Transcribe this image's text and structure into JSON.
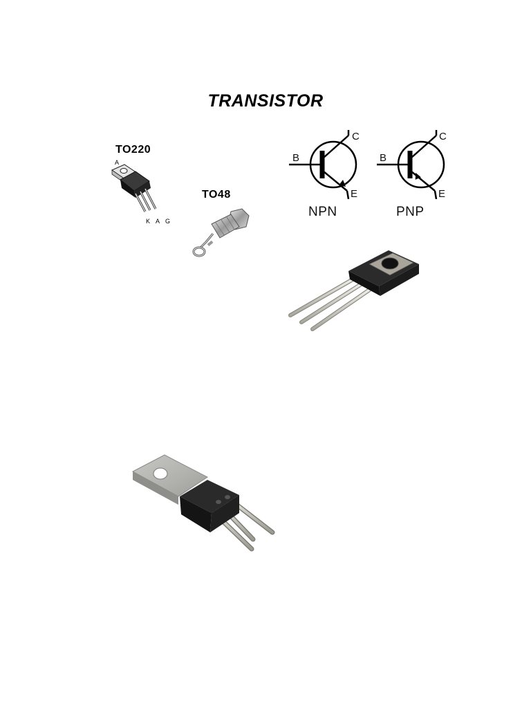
{
  "document": {
    "title": "TRANSISTOR"
  },
  "packages": {
    "to220": {
      "label": "TO220",
      "pin_a": "A",
      "pins": "K A G"
    },
    "to48": {
      "label": "TO48"
    }
  },
  "symbols": {
    "npn": {
      "name": "NPN",
      "base": "B",
      "collector": "C",
      "emitter": "E"
    },
    "pnp": {
      "name": "PNP",
      "base": "B",
      "collector": "C",
      "emitter": "E"
    }
  },
  "icons": [
    "to220-package-icon",
    "to48-stud-package-icon",
    "npn-symbol-icon",
    "pnp-symbol-icon",
    "to126-transistor-photo",
    "to220-transistor-photo"
  ],
  "colors": {
    "package_body": "#1a1a1a",
    "metal_tab": "#b9bab6",
    "leads": "#cfcfc8"
  }
}
